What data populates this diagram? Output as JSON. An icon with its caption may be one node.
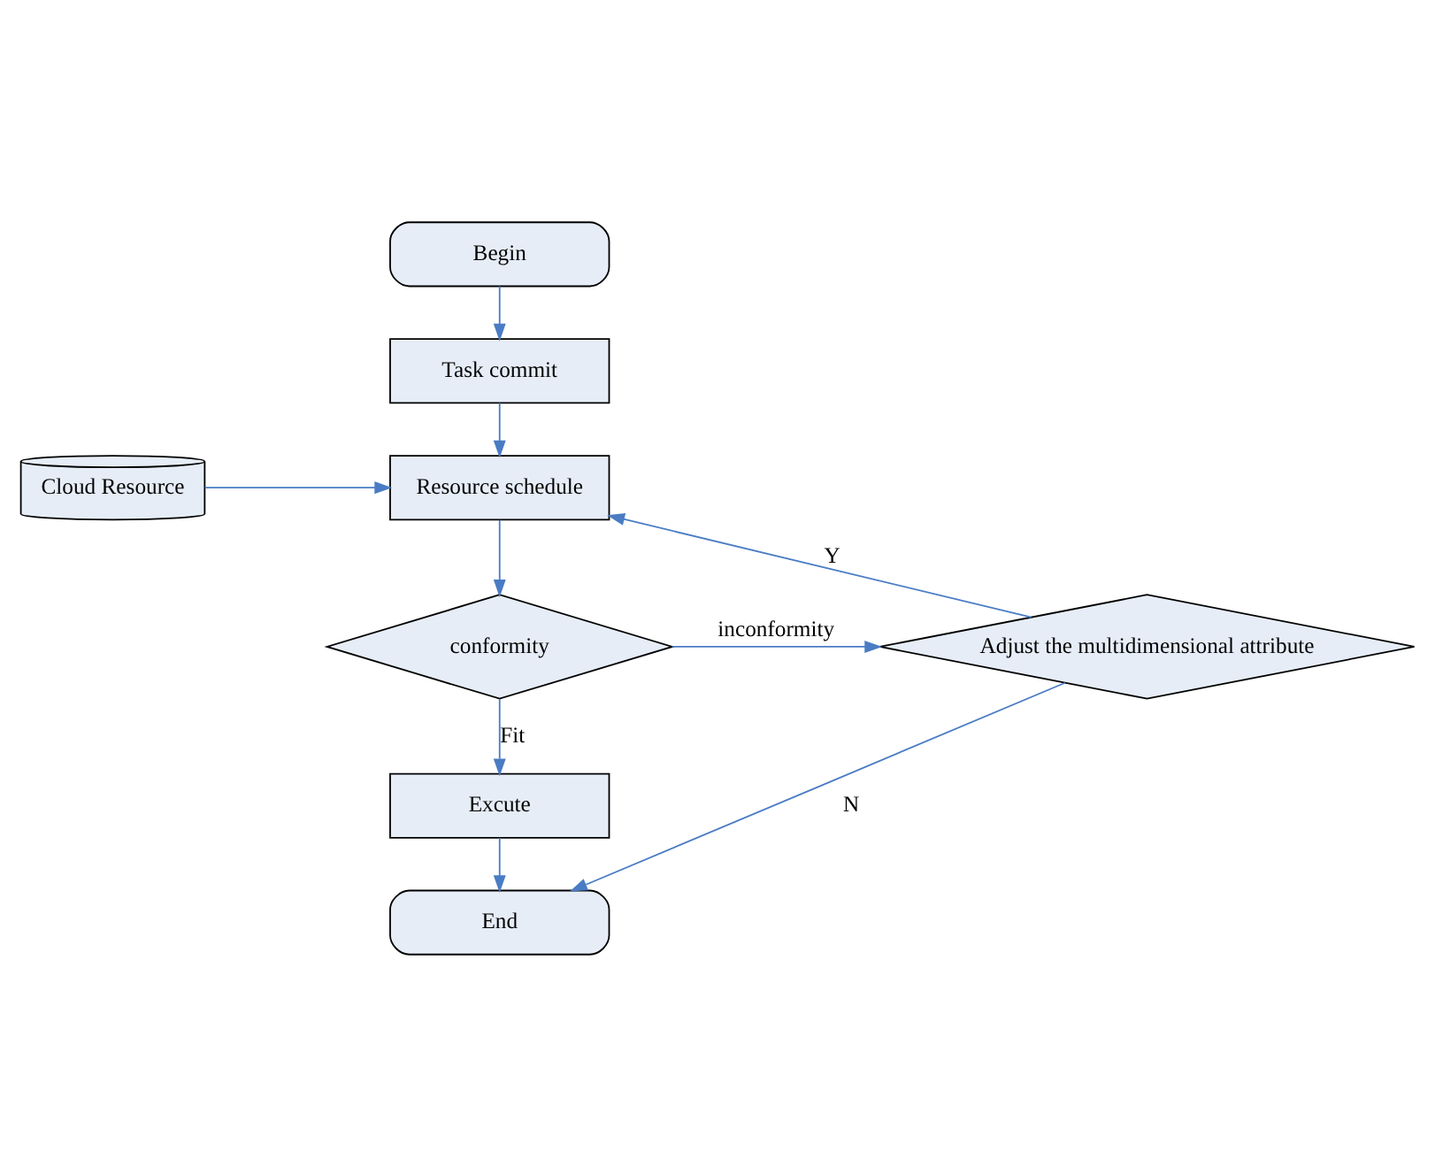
{
  "diagram": {
    "nodes": [
      {
        "text": [
          "Begin"
        ]
      },
      {
        "text": [
          "Task commit"
        ]
      },
      {
        "text": [
          "Cloud Resource"
        ]
      },
      {
        "text": [
          "Resource schedule"
        ]
      },
      {
        "text": [
          "conformity"
        ]
      },
      {
        "text": [
          "Adjust the multidimensional attribute"
        ]
      },
      {
        "text": [
          "Excute"
        ]
      },
      {
        "text": [
          "End"
        ]
      }
    ],
    "edges": [
      {
        "from": 0,
        "to": 1,
        "arrow": "to"
      },
      {
        "from": 1,
        "to": 3,
        "arrow": "to"
      },
      {
        "from": 2,
        "to": 3,
        "arrow": "to"
      },
      {
        "from": 3,
        "to": 4,
        "arrow": "to"
      },
      {
        "from": 4,
        "to": 5,
        "arrow": "to",
        "label": "inconformity"
      },
      {
        "from": 5,
        "to": 3,
        "arrow": "to",
        "label": "Y"
      },
      {
        "from": 4,
        "to": 6,
        "arrow": "to",
        "label": "Fit"
      },
      {
        "from": 6,
        "to": 7,
        "arrow": "to"
      },
      {
        "from": 5,
        "to": 7,
        "arrow": "to",
        "label": "N"
      }
    ]
  }
}
